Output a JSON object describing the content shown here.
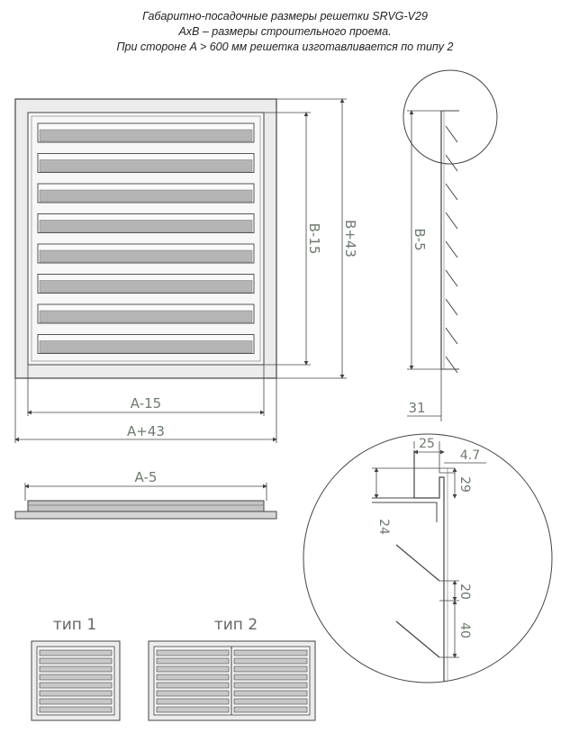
{
  "title": {
    "line1": "Габаритно-посадочные размеры решетки SRVG-V29",
    "line2": "AxB – размеры строительного проема.",
    "line3": "При стороне A > 600 мм решетка изготавливается по типу 2"
  },
  "dimensions": {
    "a_minus_15": "A-15",
    "a_plus_43": "A+43",
    "a_minus_5": "A-5",
    "b_minus_15": "B-15",
    "b_plus_43": "B+43",
    "b_minus_5": "B-5",
    "depth_31": "31",
    "d25": "25",
    "d47": "4.7",
    "d29": "29",
    "d24": "24",
    "d20": "20",
    "d40": "40"
  },
  "types": {
    "type1": "тип 1",
    "type2": "тип 2"
  },
  "colors": {
    "line": "#444444",
    "dimension": "#6d7a6e",
    "slat_fill": "#b5b5b5",
    "frame_fill": "#ececec"
  }
}
